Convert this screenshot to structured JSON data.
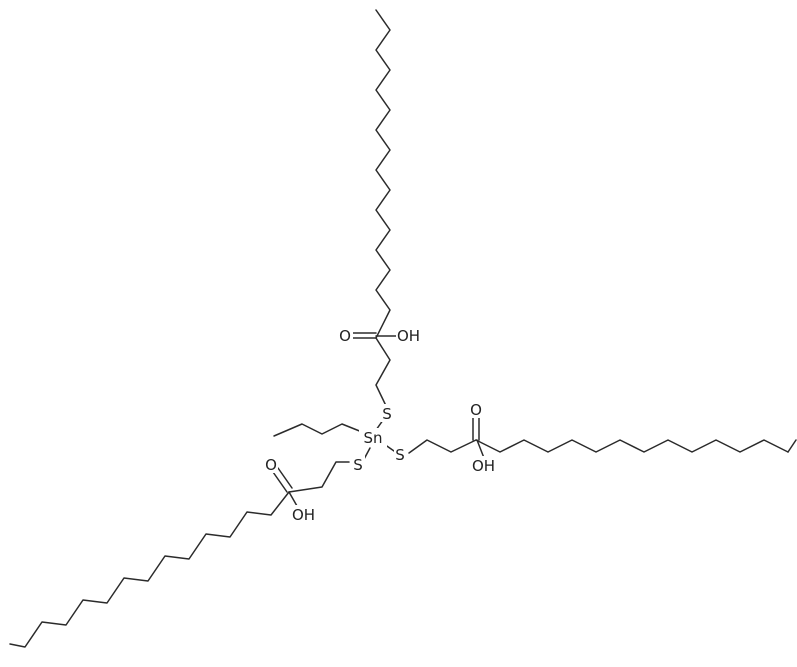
{
  "molecule": {
    "atoms": {
      "tin": "Sn",
      "sulfur_top": "S",
      "sulfur_right": "S",
      "sulfur_left": "S",
      "oxygen_top_carbonyl": "O",
      "hydroxyl_top": "OH",
      "oxygen_right_carbonyl": "O",
      "hydroxyl_right": "OH",
      "oxygen_left_carbonyl": "O",
      "hydroxyl_left": "OH"
    },
    "colors": {
      "bond": "#2b2b2b",
      "label": "#222222",
      "background": "#ffffff"
    }
  }
}
